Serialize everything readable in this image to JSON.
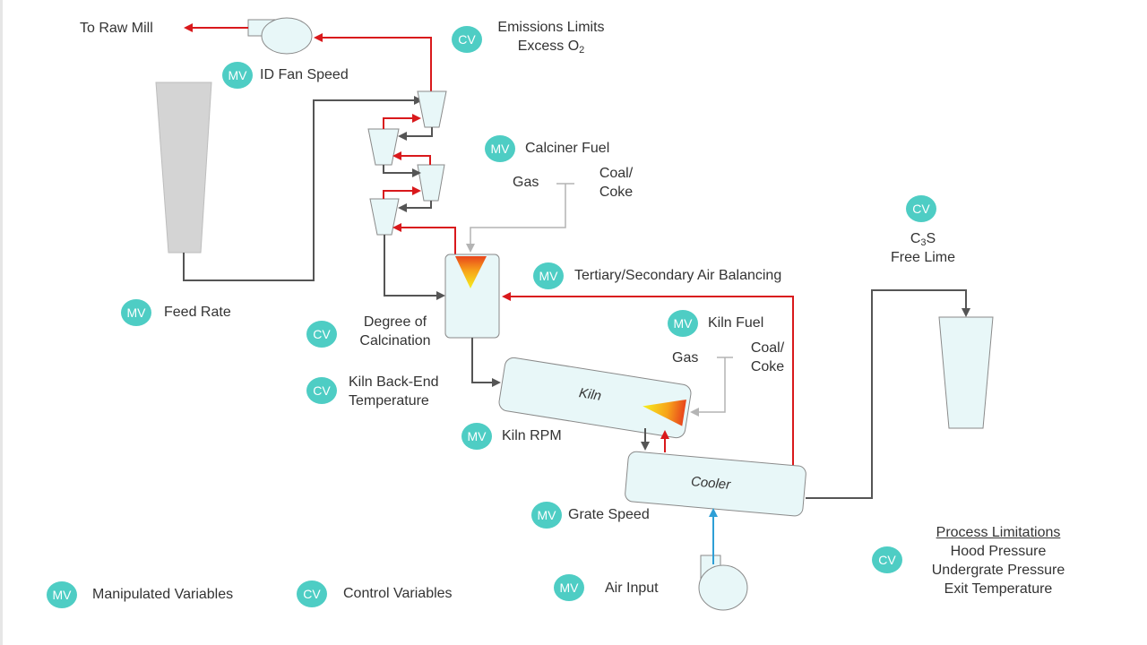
{
  "colors": {
    "badge": "#4ecdc4",
    "hot_gas_flow": "#d9191c",
    "material_flow": "#555555",
    "fuel_line": "#b4b4b4",
    "air_input_flow": "#2e9fd6",
    "equipment_fill": "#e8f7f8",
    "feed_silo_fill": "#d4d4d4"
  },
  "badges": {
    "mv": "MV",
    "cv": "CV"
  },
  "labels": {
    "to_raw_mill": "To Raw Mill",
    "emissions_line1": "Emissions Limits",
    "emissions_line2_prefix": "Excess O",
    "emissions_line2_sub": "2",
    "id_fan_speed": "ID Fan Speed",
    "calciner_fuel": "Calciner Fuel",
    "calciner_gas": "Gas",
    "calciner_coal_line1": "Coal/",
    "calciner_coal_line2": "Coke",
    "c3s_prefix": "C",
    "c3s_sub": "3",
    "c3s_suffix": "S",
    "free_lime": "Free Lime",
    "tertiary_secondary_air": "Tertiary/Secondary Air Balancing",
    "feed_rate": "Feed Rate",
    "degree_of": "Degree of",
    "calcination": "Calcination",
    "kiln_fuel": "Kiln Fuel",
    "kiln_gas": "Gas",
    "kiln_coal_line1": "Coal/",
    "kiln_coal_line2": "Coke",
    "kiln_back_end_line1": "Kiln Back-End",
    "kiln_back_end_line2": "Temperature",
    "kiln": "Kiln",
    "kiln_rpm": "Kiln RPM",
    "cooler": "Cooler",
    "grate_speed": "Grate Speed",
    "process_limitations": "Process Limitations",
    "hood_pressure": "Hood Pressure",
    "undergrate_pressure": "Undergrate Pressure",
    "exit_temperature": "Exit Temperature",
    "air_input": "Air Input",
    "legend_mv": "Manipulated Variables",
    "legend_cv": "Control Variables"
  }
}
